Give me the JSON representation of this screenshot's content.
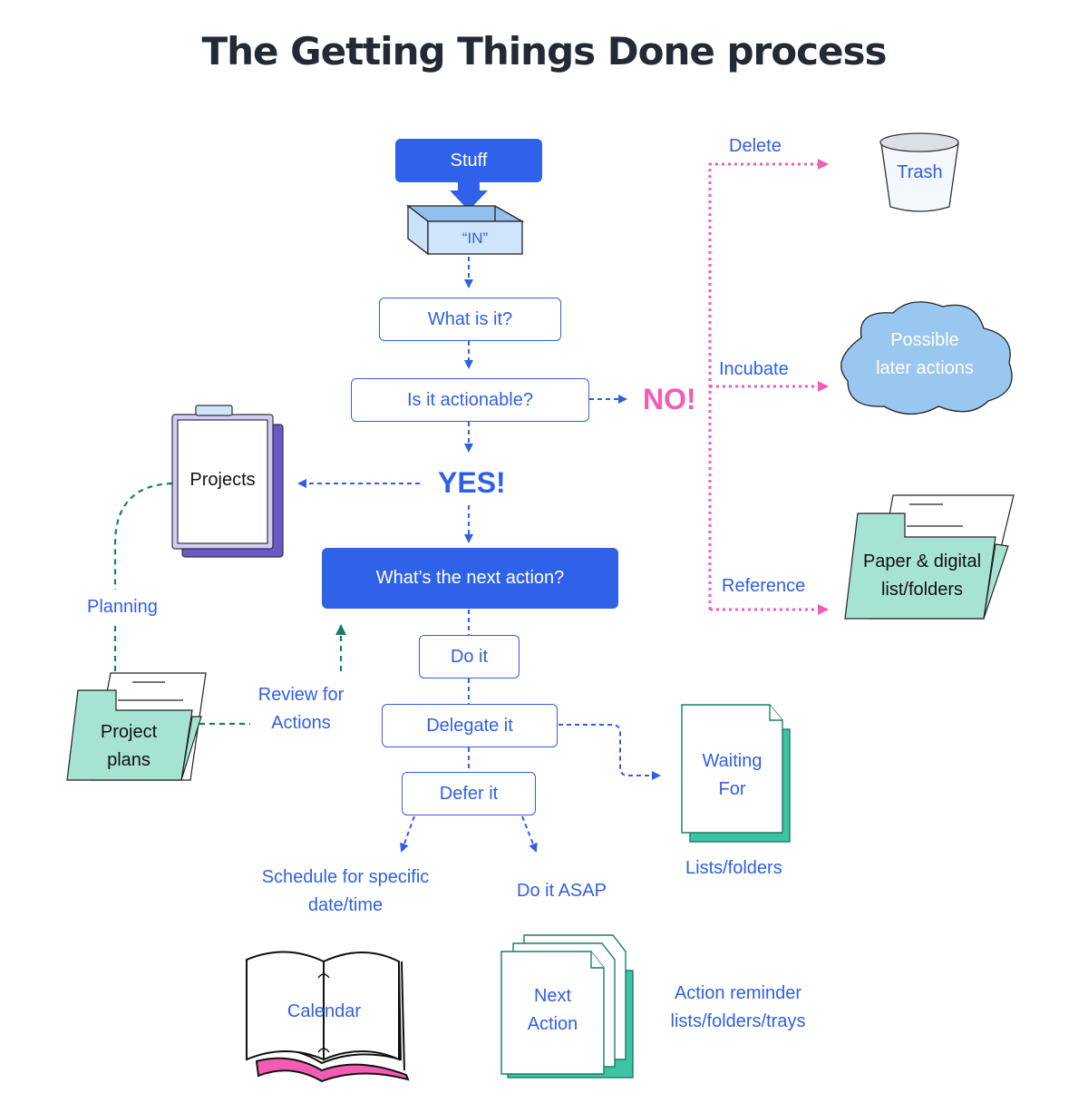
{
  "title": "The Getting Things Done process",
  "colors": {
    "primary": "#2f62e8",
    "text_blue": "#2f5fe6",
    "pink": "#f25cb5",
    "teal": "#177d69",
    "teal_fill": "#a7e3d3",
    "teal_shadow": "#3ec3a3",
    "purple": "#6a58c9",
    "purple_light": "#d4ccf5",
    "cloud": "#99c7f0",
    "title": "#222a35"
  },
  "nodes": {
    "stuff": "Stuff",
    "inbox": "“IN”",
    "what_is_it": "What is it?",
    "actionable": "Is it actionable?",
    "no": "NO!",
    "yes": "YES!",
    "next_action": "What’s the next action?",
    "do_it": "Do it",
    "delegate_it": "Delegate it",
    "defer_it": "Defer it",
    "projects": "Projects",
    "project_plans": [
      "Project",
      "plans"
    ],
    "trash": "Trash",
    "possible_later": [
      "Possible",
      "later actions"
    ],
    "reference_folder": [
      "Paper & digital",
      "list/folders"
    ],
    "waiting_for": [
      "Waiting",
      "For"
    ],
    "calendar": "Calendar",
    "next_action_doc": [
      "Next",
      "Action"
    ]
  },
  "edge_labels": {
    "delete": "Delete",
    "incubate": "Incubate",
    "reference": "Reference",
    "planning": "Planning",
    "review": [
      "Review for",
      "Actions"
    ],
    "schedule": [
      "Schedule for specific",
      "date/time"
    ],
    "asap": "Do it ASAP",
    "lists_folders": "Lists/folders",
    "action_reminder": [
      "Action reminder",
      "lists/folders/trays"
    ]
  }
}
